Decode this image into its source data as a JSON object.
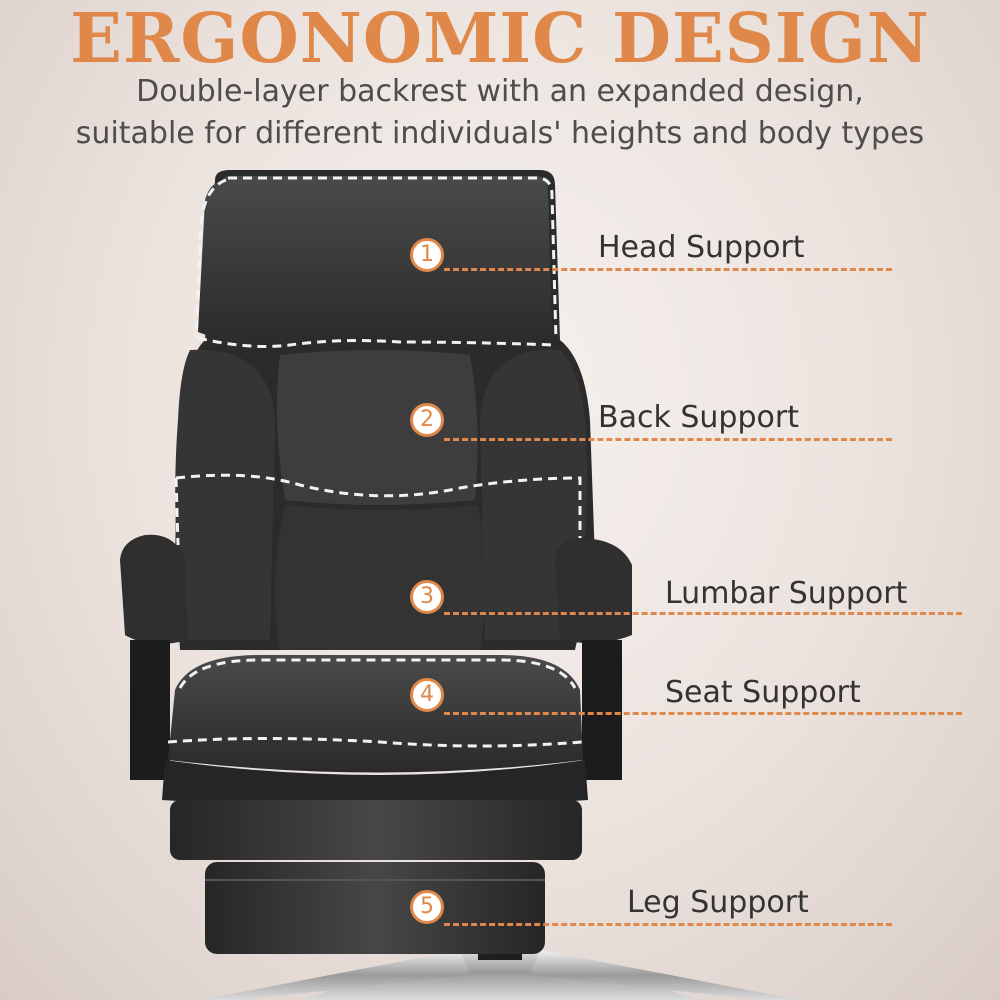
{
  "heading": {
    "title": "ERGONOMIC DESIGN",
    "subtitle_line1": "Double-layer backrest with an expanded design,",
    "subtitle_line2": "suitable for different individuals' heights and body types"
  },
  "features": [
    {
      "number": "1",
      "label": "Head Support"
    },
    {
      "number": "2",
      "label": "Back Support"
    },
    {
      "number": "3",
      "label": "Lumbar Support"
    },
    {
      "number": "4",
      "label": "Seat Support"
    },
    {
      "number": "5",
      "label": "Leg Support"
    }
  ],
  "colors": {
    "accent": "#e0884a",
    "chair": "#3a3a3a",
    "stitching": "#f2f2f2",
    "text": "#333333"
  }
}
